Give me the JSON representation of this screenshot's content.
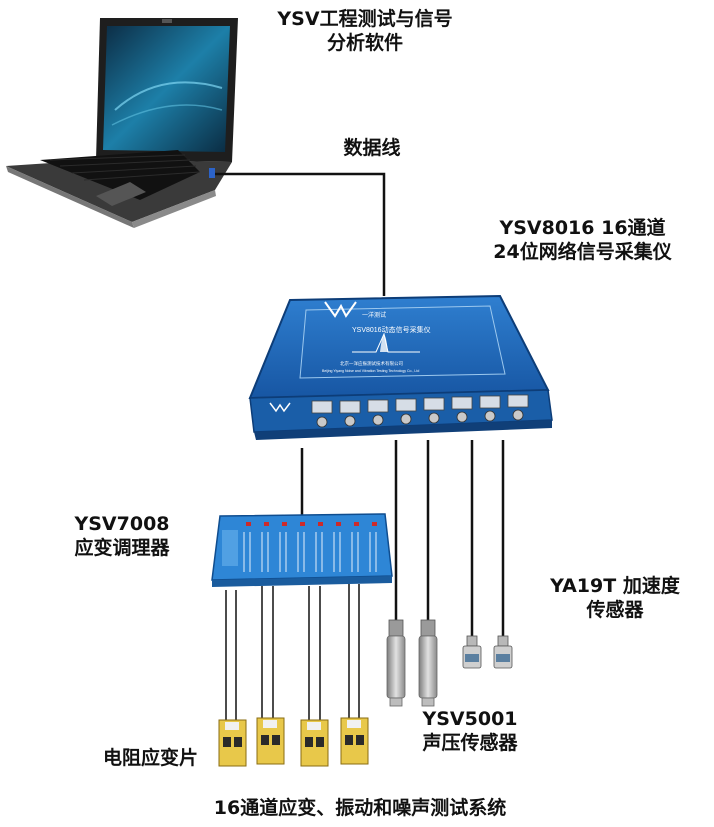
{
  "software_label": [
    "YSV工程测试与信号",
    "分析软件"
  ],
  "cable_label": "数据线",
  "daq_label": [
    "YSV8016 16通道",
    "24位网络信号采集仪"
  ],
  "daq_panel": {
    "brand": "一洋测试",
    "title": "YSV8016动态信号采集仪",
    "company_cn": "北京一洋应振测试技术有限公司",
    "company_en": "Beijing Yiyang Noise and Vibration Testing Technology Co., Ltd"
  },
  "conditioner_label": [
    "YSV7008",
    "应变调理器"
  ],
  "accelerometer_label": [
    "YA19T 加速度",
    "传感器"
  ],
  "microphone_label": [
    "YSV5001",
    "声压传感器"
  ],
  "strain_gauge_label": "电阻应变片",
  "system_caption": "16通道应变、振动和噪声测试系统",
  "colors": {
    "device_blue": "#1d63b5",
    "cable": "#111111",
    "gauge_yellow": "#e8c84a"
  }
}
